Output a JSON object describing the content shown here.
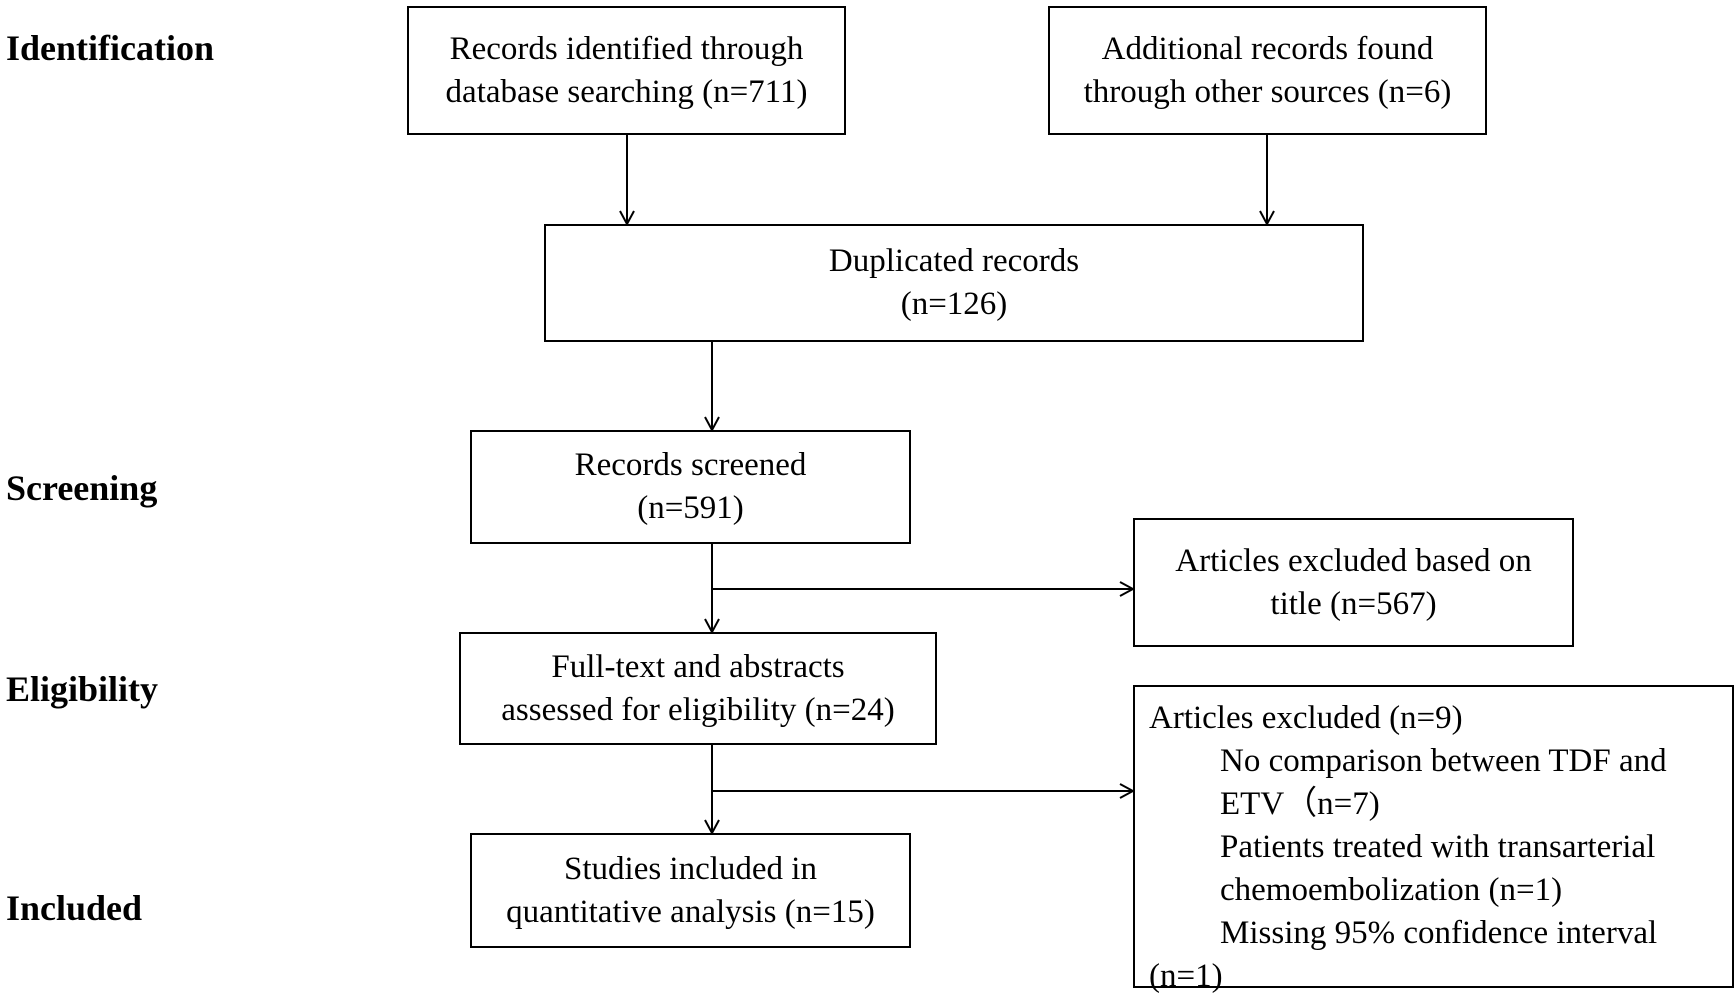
{
  "phases": {
    "identification": "Identification",
    "screening": "Screening",
    "eligibility": "Eligibility",
    "included": "Included"
  },
  "boxes": {
    "database": {
      "line1": "Records identified through",
      "line2": "database searching (n=711)"
    },
    "other_sources": {
      "line1": "Additional records found",
      "line2": "through other sources (n=6)"
    },
    "duplicates": {
      "line1": "Duplicated records",
      "line2": "(n=126)"
    },
    "screened": {
      "line1": "Records screened",
      "line2": "(n=591)"
    },
    "excluded_title": {
      "line1": "Articles excluded based on",
      "line2": "title (n=567)"
    },
    "fulltext": {
      "line1": "Full-text and abstracts",
      "line2": "assessed for eligibility (n=24)"
    },
    "excluded_articles": {
      "header": "Articles excluded (n=9)",
      "reason1_line1": "No comparison between TDF and",
      "reason1_line2": "ETV（n=7)",
      "reason2_line1": "Patients treated with transarterial",
      "reason2_line2": "chemoembolization (n=1)",
      "reason3_line1": "Missing 95% confidence interval",
      "reason3_line2": "(n=1)"
    },
    "included_studies": {
      "line1": "Studies included in",
      "line2": "quantitative analysis  (n=15)"
    }
  }
}
